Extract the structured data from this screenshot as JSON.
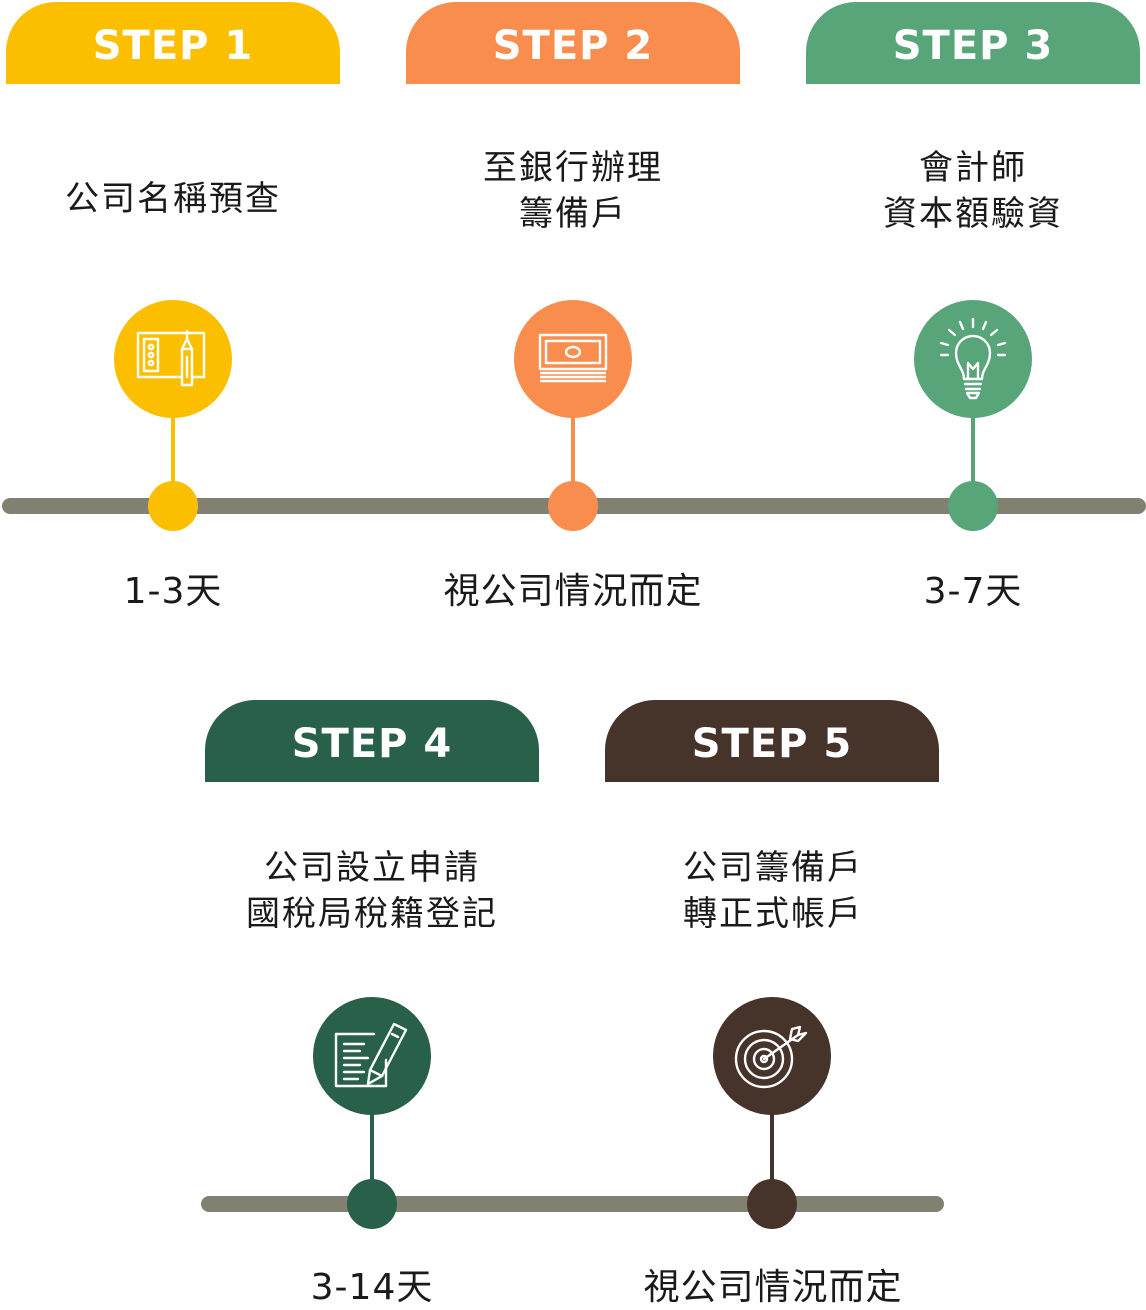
{
  "colors": {
    "step1": "#FCBF00",
    "step2": "#F98D4E",
    "step3": "#58A57A",
    "step4": "#28604A",
    "step5": "#46342A",
    "track": "#828070",
    "text": "#1a1a1a"
  },
  "steps": [
    {
      "label": "STEP 1",
      "title": [
        "公司名稱預查"
      ],
      "duration": "1-3天",
      "icon": "tablet-pen-icon"
    },
    {
      "label": "STEP 2",
      "title": [
        "至銀行辦理",
        "籌備戶"
      ],
      "duration": "視公司情況而定",
      "icon": "money-bill-icon"
    },
    {
      "label": "STEP 3",
      "title": [
        "會計師",
        "資本額驗資"
      ],
      "duration": "3-7天",
      "icon": "lightbulb-icon"
    },
    {
      "label": "STEP 4",
      "title": [
        "公司設立申請",
        "國稅局稅籍登記"
      ],
      "duration": "3-14天",
      "icon": "document-pen-icon"
    },
    {
      "label": "STEP 5",
      "title": [
        "公司籌備戶",
        "轉正式帳戶"
      ],
      "duration": "視公司情況而定",
      "icon": "target-arrow-icon"
    }
  ]
}
